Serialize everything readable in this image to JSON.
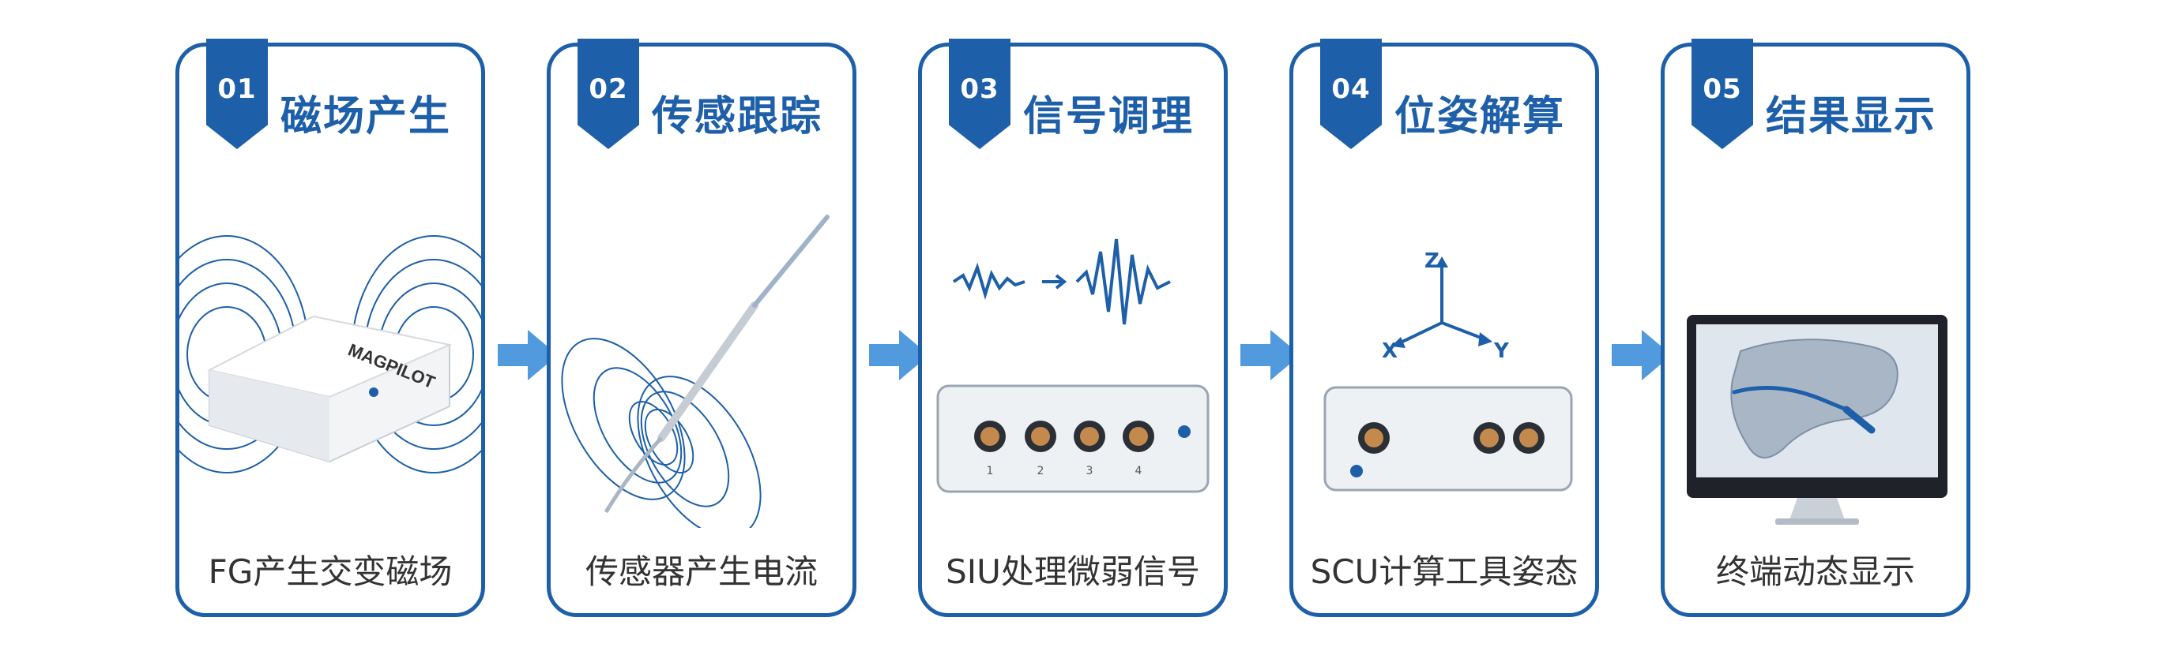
{
  "colors": {
    "accent": "#1d5fa8",
    "arrow": "#3d8fd9",
    "device": "#e9eef3"
  },
  "steps": [
    {
      "num": "01",
      "title": "磁场产生",
      "caption": "FG产生交变磁场",
      "icon": "field-generator-icon"
    },
    {
      "num": "02",
      "title": "传感跟踪",
      "caption": "传感器产生电流",
      "icon": "sensor-needle-icon"
    },
    {
      "num": "03",
      "title": "信号调理",
      "caption": "SIU处理微弱信号",
      "icon": "signal-unit-icon"
    },
    {
      "num": "04",
      "title": "位姿解算",
      "caption": "SCU计算工具姿态",
      "icon": "control-unit-icon"
    },
    {
      "num": "05",
      "title": "结果显示",
      "caption": "终端动态显示",
      "icon": "monitor-icon"
    }
  ],
  "device": {
    "brand": "MAGPILOT"
  },
  "ports_siu": [
    "1",
    "2",
    "3",
    "4"
  ],
  "axes": {
    "z": "Z",
    "x": "X",
    "y": "Y"
  }
}
